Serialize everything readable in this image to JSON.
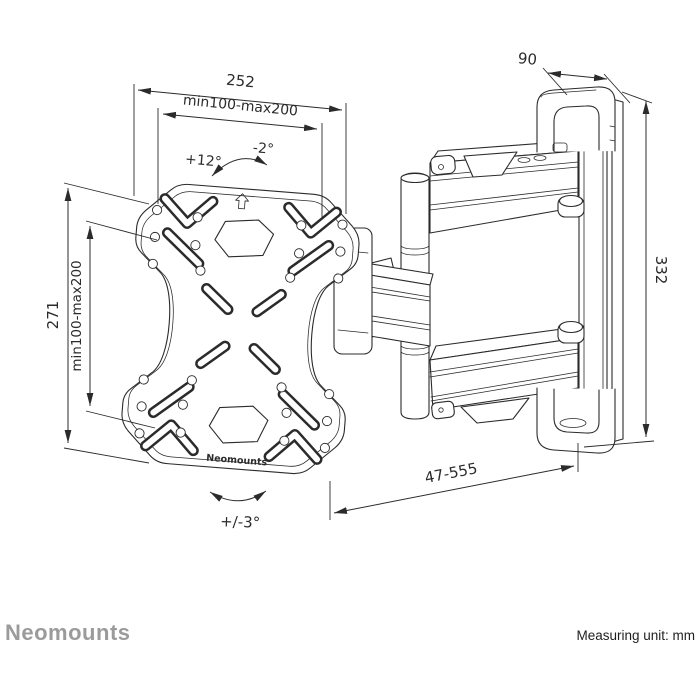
{
  "page": {
    "brand_logo": "Neomounts",
    "measuring_unit": "Measuring unit: mm"
  },
  "drawing": {
    "plate_logo": "Neomounts",
    "dims": {
      "plate_width": "252",
      "vesa_width": "min100-max200",
      "vesa_height": "min100-max200",
      "plate_height": "271",
      "tilt_up": "+12°",
      "tilt_down": "-2°",
      "bracket_depth": "90",
      "bracket_height": "332",
      "extension": "47-555",
      "swivel": "+/-3°"
    }
  }
}
